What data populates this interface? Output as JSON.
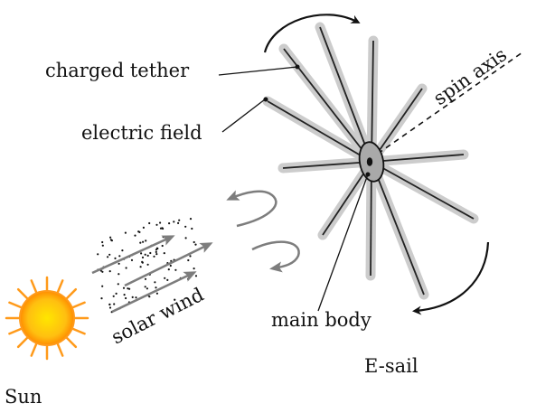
{
  "labels": {
    "charged_tether": "charged tether",
    "electric_field": "electric field",
    "spin_axis": "spin axis",
    "main_body": "main body",
    "solar_wind": "solar wind",
    "sun": "Sun",
    "esail": "E-sail"
  },
  "colors": {
    "tether": "#222222",
    "field_halo": "#cccccc",
    "wind_arrow": "#7d7d7d",
    "sun_core": "#ffd21a",
    "sun_edge": "#ff8c00",
    "sun_rays": "#ff9a1a",
    "body_fill": "#a9a9a9"
  },
  "icons": {
    "sun": "sun-icon",
    "spacecraft": "main-body-icon",
    "rotation": "curved-arrow-icon"
  }
}
